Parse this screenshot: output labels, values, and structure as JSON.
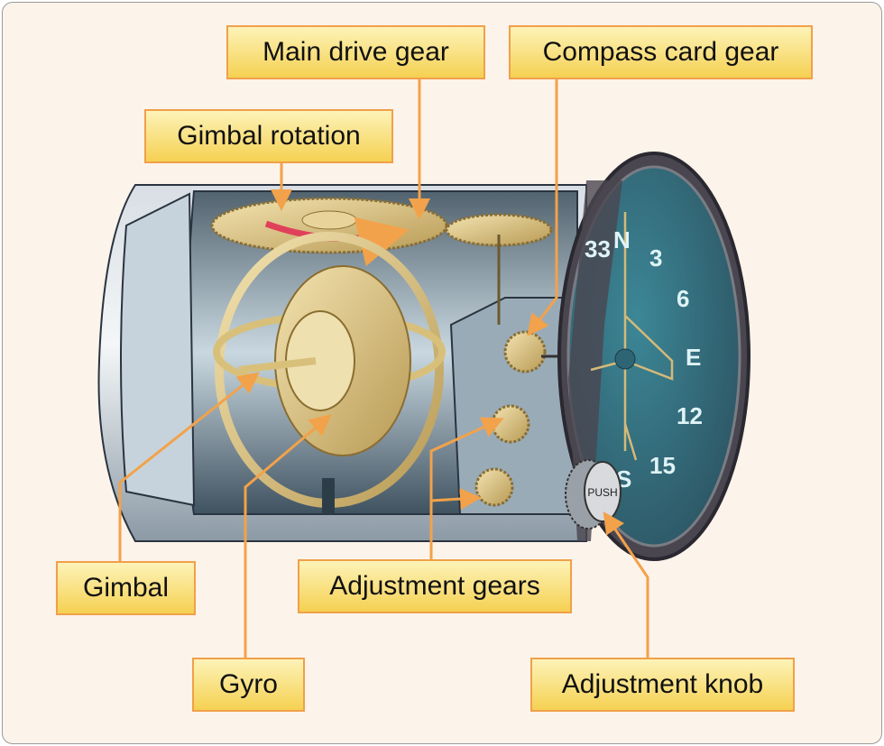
{
  "labels": {
    "main_drive_gear": "Main drive gear",
    "compass_card_gear": "Compass card gear",
    "gimbal_rotation": "Gimbal rotation",
    "gimbal": "Gimbal",
    "gyro": "Gyro",
    "adjustment_gears": "Adjustment gears",
    "adjustment_knob": "Adjustment knob"
  },
  "compass": {
    "n": "N",
    "d3": "3",
    "d6": "6",
    "e": "E",
    "d12": "12",
    "d15": "15",
    "s": "S",
    "d33": "33"
  },
  "knob_text": "PUSH",
  "colors": {
    "background": "#fcf3ea",
    "label_border": "#f0a04a",
    "label_fill": "#f5d152",
    "leader": "#f2a24a",
    "dial": "#3d7a88",
    "rotation_arrow": "#e0405a"
  }
}
